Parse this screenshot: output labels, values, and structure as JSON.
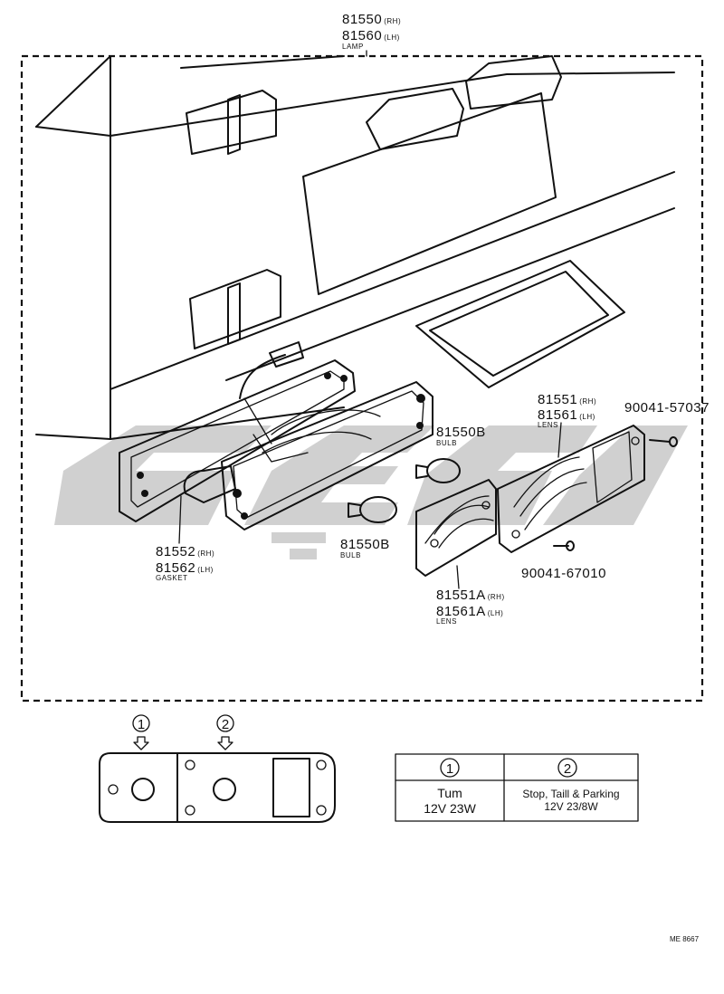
{
  "lamp": {
    "pn_rh": "81550",
    "pn_rh_side": "(RH)",
    "pn_lh": "81560",
    "pn_lh_side": "(LH)",
    "name": "LAMP"
  },
  "lens": {
    "pn_rh": "81551",
    "pn_rh_side": "(RH)",
    "pn_lh": "81561",
    "pn_lh_side": "(LH)",
    "name": "LENS"
  },
  "lens_a": {
    "pn_rh": "81551A",
    "pn_rh_side": "(RH)",
    "pn_lh": "81561A",
    "pn_lh_side": "(LH)",
    "name": "LENS"
  },
  "gasket": {
    "pn_rh": "81552",
    "pn_rh_side": "(RH)",
    "pn_lh": "81562",
    "pn_lh_side": "(LH)",
    "name": "GASKET"
  },
  "bulb_upper": {
    "pn": "81550B",
    "name": "BULB"
  },
  "bulb_lower": {
    "pn": "81550B",
    "name": "BULB"
  },
  "screw_upper": "90041-57037",
  "screw_lower": "90041-67010",
  "legend": {
    "marker_1": "1",
    "marker_2": "2",
    "col1": {
      "num": "1",
      "function": "Tum",
      "spec": "12V 23W"
    },
    "col2": {
      "num": "2",
      "function": "Stop, Taill & Parking",
      "spec": "12V 23/8W"
    }
  },
  "ref_code": "ME 8667",
  "watermark_color": "#c8c8c8"
}
